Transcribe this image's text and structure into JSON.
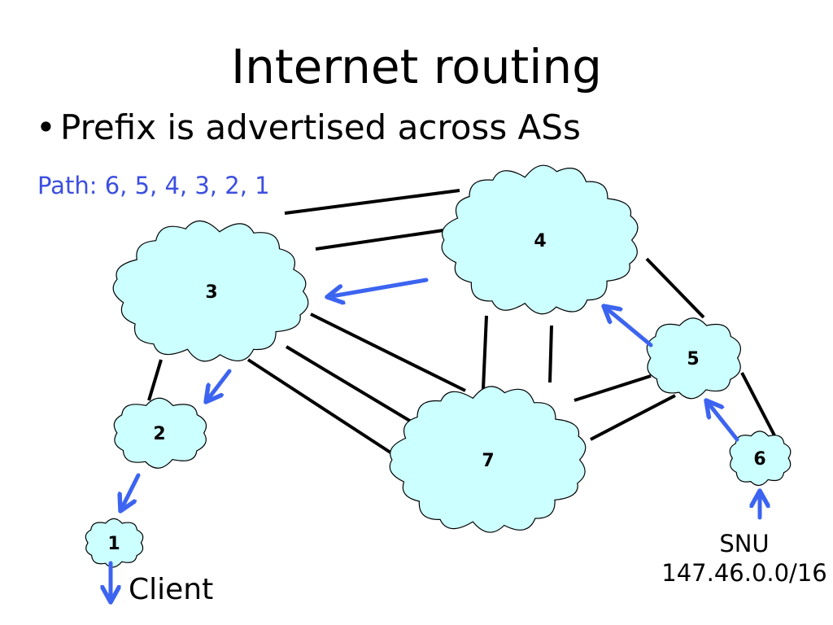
{
  "title": "Internet routing",
  "bullet": {
    "marker": "•",
    "text": "Prefix is advertised across ASs"
  },
  "path_label": "Path: 6, 5, 4, 3, 2, 1",
  "client_label": "Client",
  "snu": {
    "name": "SNU",
    "prefix": "147.46.0.0/16"
  },
  "colors": {
    "cloud_fill": "#ccffff",
    "cloud_stroke": "#000000",
    "arrow": "#3c64f0",
    "link": "#000000",
    "path_text": "#3c4fe0"
  },
  "nodes": [
    {
      "id": "1",
      "label": "1"
    },
    {
      "id": "2",
      "label": "2"
    },
    {
      "id": "3",
      "label": "3"
    },
    {
      "id": "4",
      "label": "4"
    },
    {
      "id": "5",
      "label": "5"
    },
    {
      "id": "6",
      "label": "6"
    },
    {
      "id": "7",
      "label": "7"
    }
  ],
  "links": [
    [
      "3",
      "4"
    ],
    [
      "3",
      "4"
    ],
    [
      "3",
      "2"
    ],
    [
      "3",
      "7"
    ],
    [
      "3",
      "7"
    ],
    [
      "3",
      "7"
    ],
    [
      "4",
      "7"
    ],
    [
      "4",
      "7"
    ],
    [
      "4",
      "5"
    ],
    [
      "5",
      "7"
    ],
    [
      "5",
      "7"
    ],
    [
      "5",
      "6"
    ]
  ],
  "advertisement_arrows": [
    [
      "prefix",
      "6"
    ],
    [
      "6",
      "5"
    ],
    [
      "5",
      "4"
    ],
    [
      "4",
      "3"
    ],
    [
      "3",
      "2"
    ],
    [
      "2",
      "1"
    ],
    [
      "1",
      "client"
    ]
  ]
}
